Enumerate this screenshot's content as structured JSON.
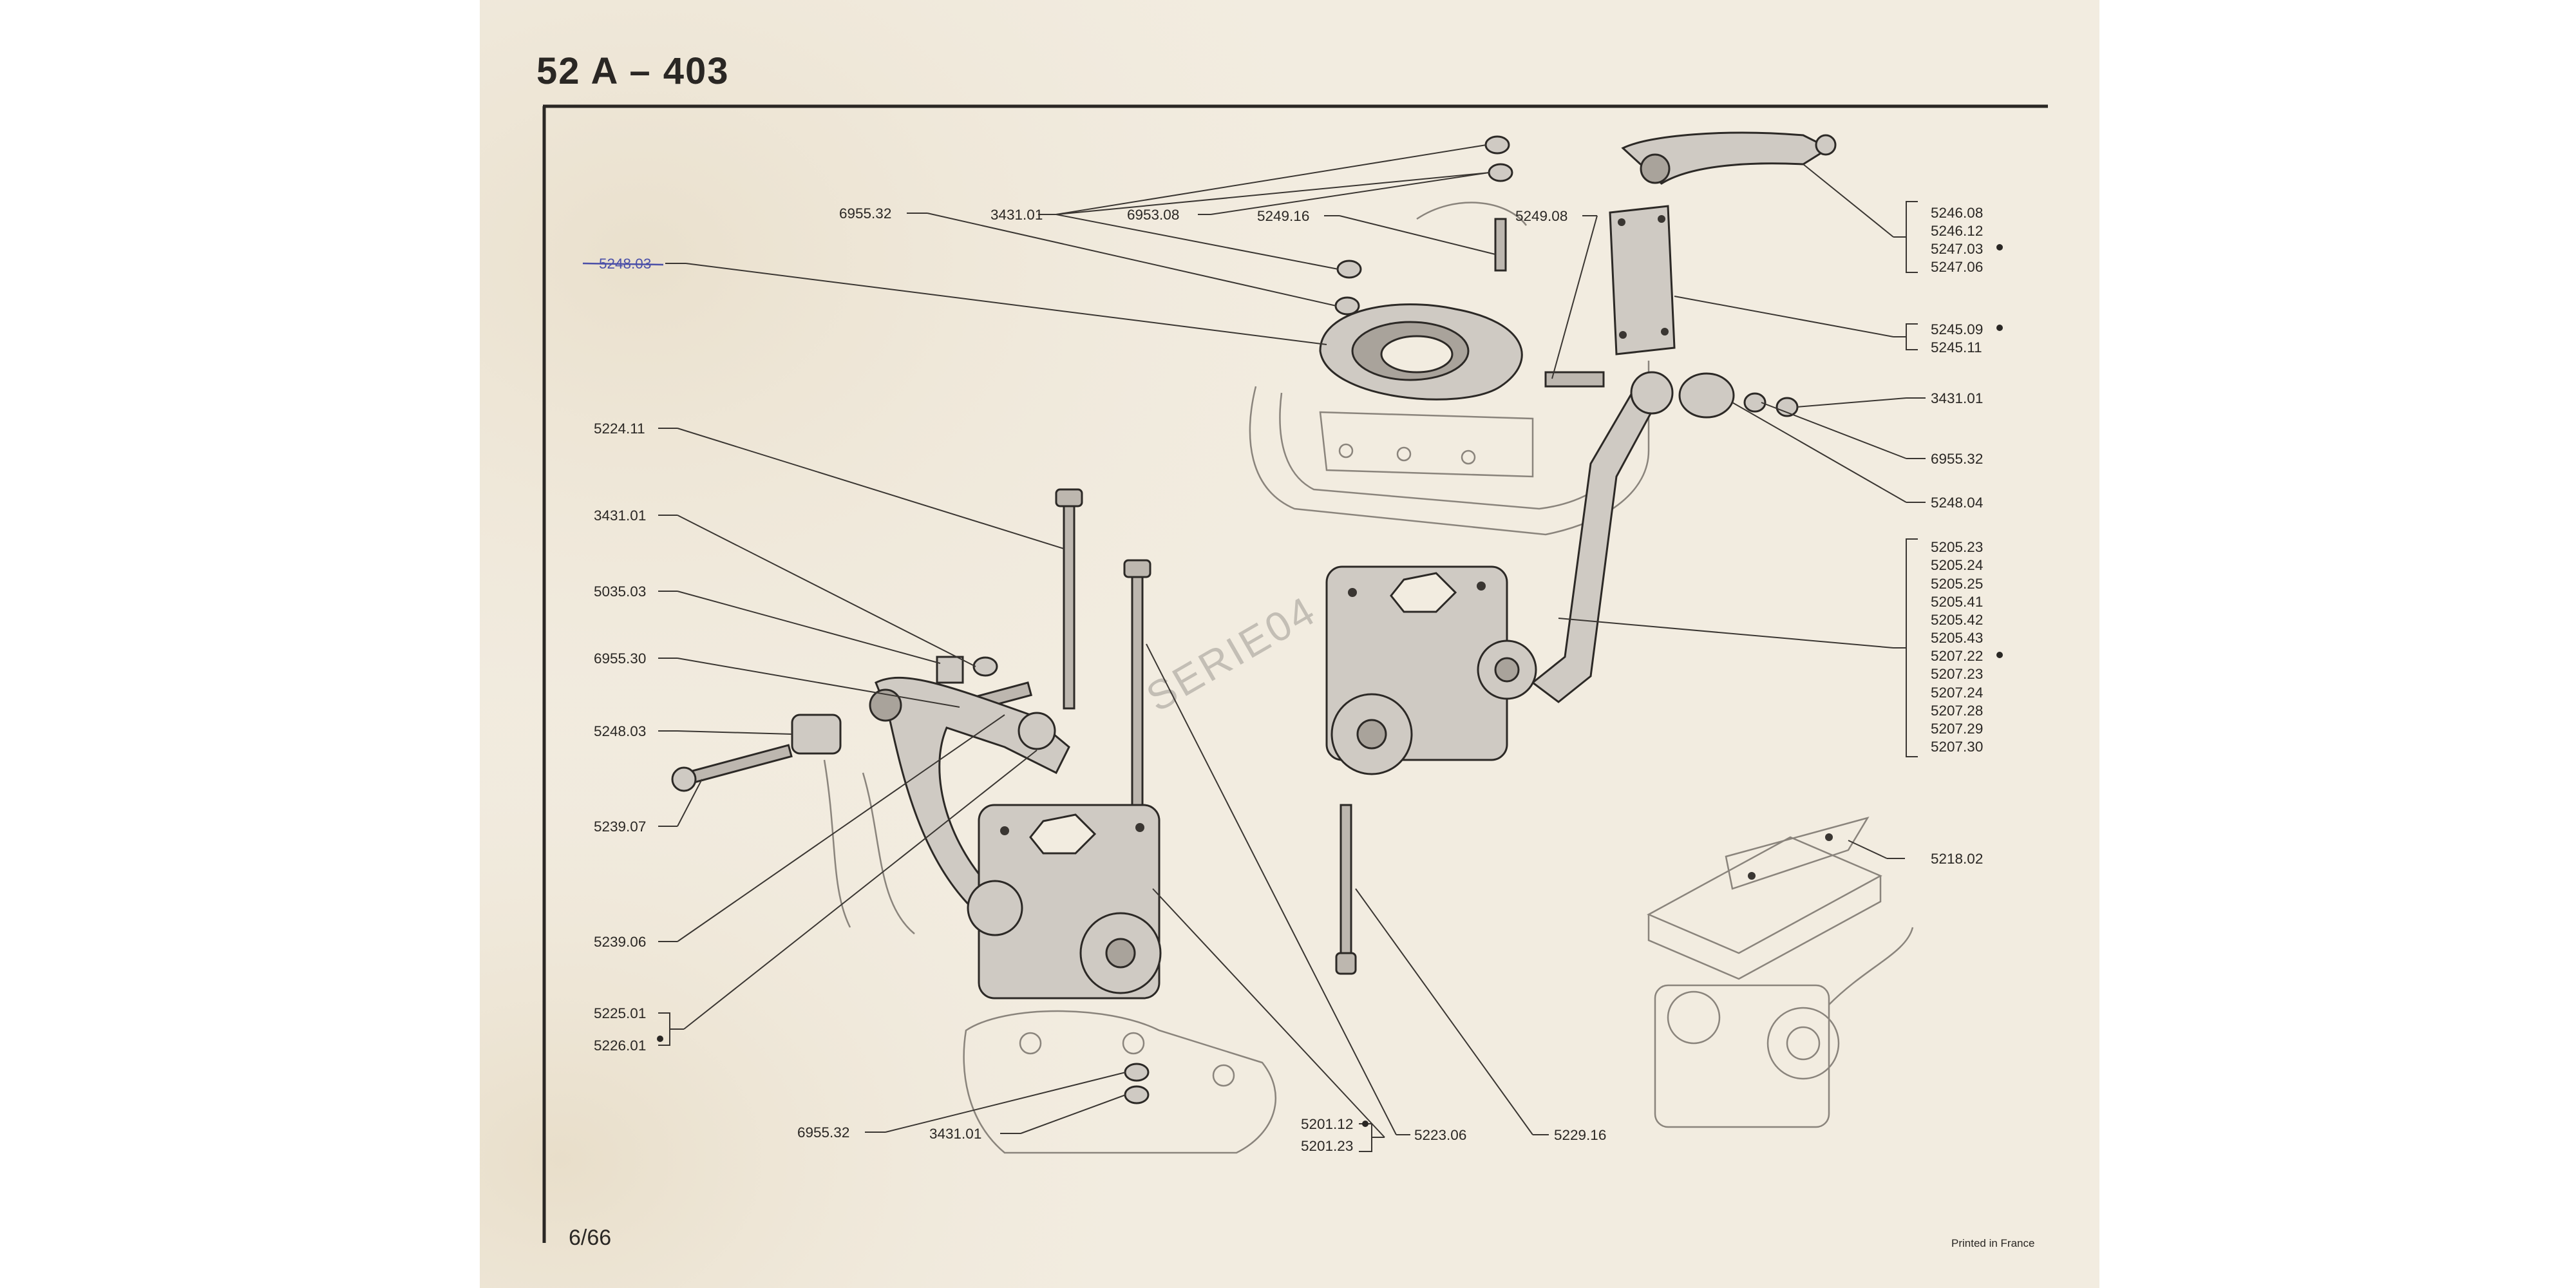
{
  "page": {
    "title": "52 A  –  403",
    "page_number": "6/66",
    "footer_note": "Printed in France",
    "watermark": "SERIE04"
  },
  "labels": {
    "c_695532": "6955.32",
    "c_343101": "3431.01",
    "c_695308": "6953.08",
    "c_524916": "5249.16",
    "c_524908": "5249.08",
    "c_524803": "5248.03",
    "l_522411": "5224.11",
    "l_343101": "3431.01",
    "l_503503": "5035.03",
    "l_695530": "6955.30",
    "l_524803": "5248.03",
    "l_523907": "5239.07",
    "l_523906": "5239.06",
    "l_522501": "5225.01",
    "l_522601": "5226.01",
    "b_695532": "6955.32",
    "b_343101": "3431.01",
    "b_520112": "5201.12",
    "b_520123": "5201.23",
    "b_522306": "5223.06",
    "b_522916": "5229.16",
    "r_524608": "5246.08",
    "r_524612": "5246.12",
    "r_524703": "5247.03",
    "r_524706": "5247.06",
    "r_524509": "5245.09",
    "r_524511": "5245.11",
    "r_343101": "3431.01",
    "r_695532": "6955.32",
    "r_524804": "5248.04",
    "r_520523": "5205.23",
    "r_520524": "5205.24",
    "r_520525": "5205.25",
    "r_520541": "5205.41",
    "r_520542": "5205.42",
    "r_520543": "5205.43",
    "r_520722": "5207.22",
    "r_520723": "5207.23",
    "r_520724": "5207.24",
    "r_520728": "5207.28",
    "r_520729": "5207.29",
    "r_520730": "5207.30",
    "r_521802": "5218.02"
  },
  "colors": {
    "paper": "#f2ece0",
    "ink": "#2a2724",
    "handwriting": "#4a4fa8"
  }
}
